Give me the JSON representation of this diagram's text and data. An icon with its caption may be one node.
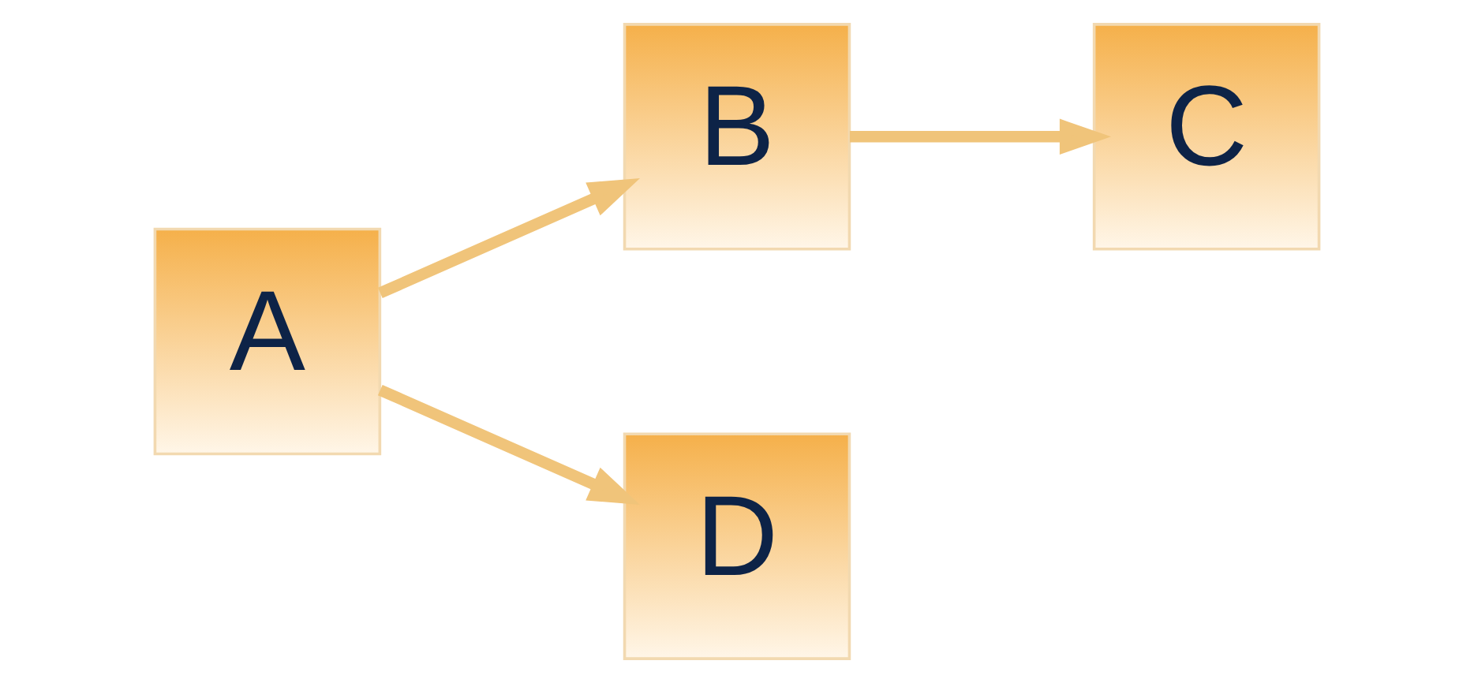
{
  "diagram": {
    "nodes": [
      {
        "text": [
          "A"
        ]
      },
      {
        "text": [
          "B"
        ]
      },
      {
        "text": [
          "C"
        ]
      },
      {
        "text": [
          "D"
        ]
      }
    ],
    "edges": [
      {
        "from": 0,
        "to": 1,
        "arrow": "to"
      },
      {
        "from": 1,
        "to": 2,
        "arrow": "to"
      },
      {
        "from": 0,
        "to": 3,
        "arrow": "to"
      }
    ]
  }
}
